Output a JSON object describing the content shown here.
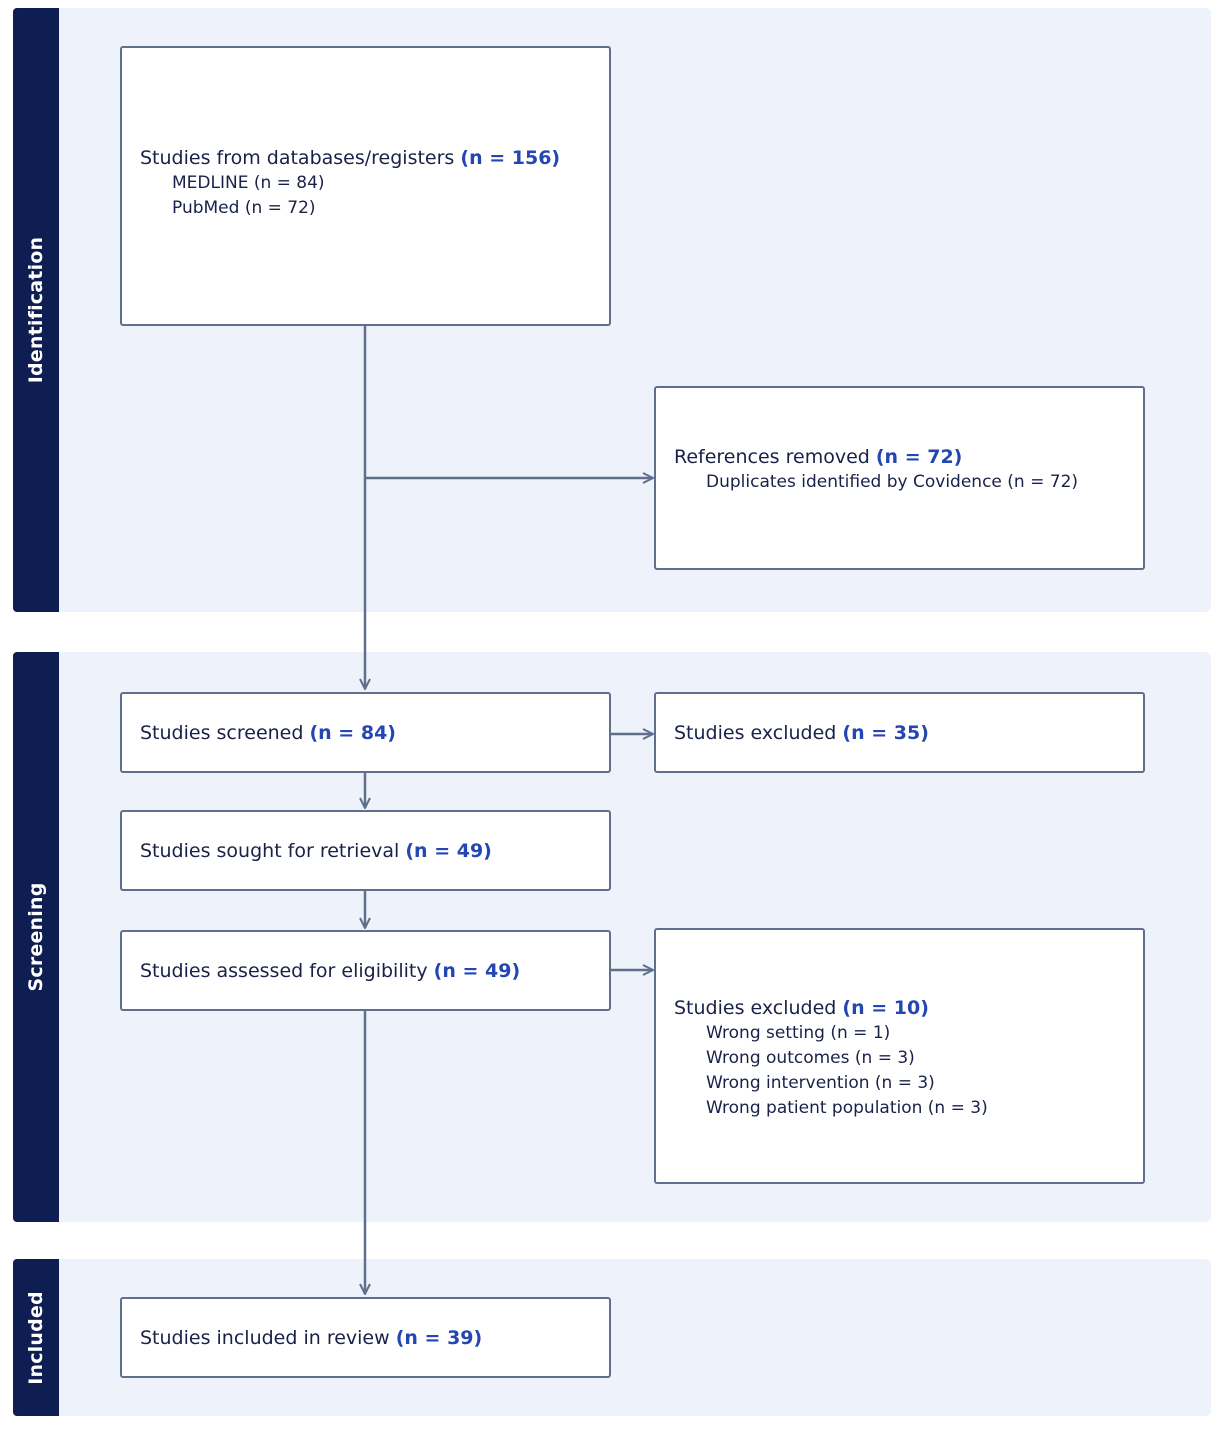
{
  "phases": {
    "identification": "Identification",
    "screening": "Screening",
    "included": "Included"
  },
  "identification_box": {
    "title": "Studies from databases/registers",
    "count": "(n = 156)",
    "sub": [
      "MEDLINE (n = 84)",
      "PubMed (n = 72)"
    ]
  },
  "removed_box": {
    "title": "References removed",
    "count": "(n = 72)",
    "sub": [
      "Duplicates identified by Covidence (n = 72)"
    ]
  },
  "screened_box": {
    "title": "Studies screened",
    "count": "(n = 84)"
  },
  "excluded_screen_box": {
    "title": "Studies excluded",
    "count": "(n = 35)"
  },
  "retrieval_box": {
    "title": "Studies sought for retrieval",
    "count": "(n = 49)"
  },
  "eligibility_box": {
    "title": "Studies assessed for eligibility",
    "count": "(n = 49)"
  },
  "excluded_elig_box": {
    "title": "Studies excluded",
    "count": "(n = 10)",
    "sub": [
      "Wrong setting (n = 1)",
      "Wrong outcomes (n = 3)",
      "Wrong intervention (n = 3)",
      "Wrong patient population (n = 3)"
    ]
  },
  "included_box": {
    "title": "Studies included in review",
    "count": "(n = 39)"
  },
  "colors": {
    "sidebar": "#0e1e52",
    "panel": "#eef3fb",
    "count_accent": "#2346b3",
    "connector": "#5f6f8c"
  }
}
